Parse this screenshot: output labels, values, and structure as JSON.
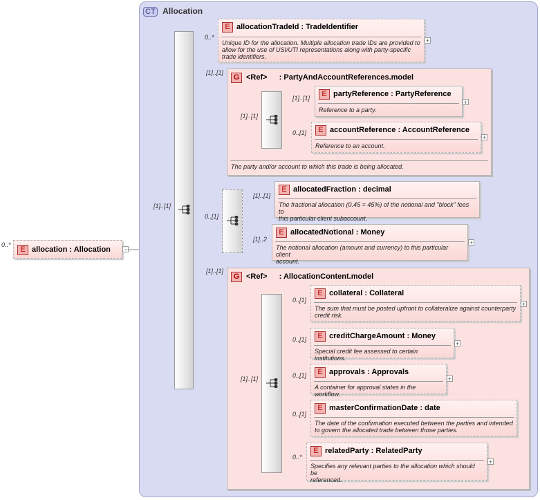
{
  "root": {
    "name": "allocation",
    "type": "Allocation",
    "card": "0..*"
  },
  "complex_type": {
    "badge": "CT",
    "title": "Allocation"
  },
  "outer_sequence": {
    "card": "[1]..[1]"
  },
  "allocationTradeId": {
    "name": "allocationTradeId",
    "type": "TradeIdentifier",
    "card": "0..*",
    "doc": [
      "Unique ID for the allocation. Multiple allocation trade IDs are provided to",
      "allow for the use of USI/UTI representations along with party-specific",
      "trade identifiers."
    ]
  },
  "party_group": {
    "card": "[1]..[1]",
    "badge": "G",
    "ref": "<Ref>",
    "model": "PartyAndAccountReferences.model",
    "seq_card": "[1]..[1]",
    "doc": "The party and/or account to which this trade is being allocated."
  },
  "partyReference": {
    "name": "partyReference",
    "type": "PartyReference",
    "card": "[1]..[1]",
    "doc": "Reference to a party."
  },
  "accountReference": {
    "name": "accountReference",
    "type": "AccountReference",
    "card": "0..[1]",
    "doc": "Reference to an account."
  },
  "choice": {
    "card": "0..[1]"
  },
  "allocatedFraction": {
    "name": "allocatedFraction",
    "type": "decimal",
    "card": "[1]..[1]",
    "doc": [
      "The fractional allocation (0.45 = 45%) of the notional and \"block\" fees to",
      "this particular client subaccount."
    ]
  },
  "allocatedNotional": {
    "name": "allocatedNotional",
    "type": "Money",
    "card": "[1]..2",
    "doc": [
      "The notional allocation (amount and currency) to this particular client",
      "account."
    ]
  },
  "content_group": {
    "card": "[1]..[1]",
    "badge": "G",
    "ref": "<Ref>",
    "model": "AllocationContent.model",
    "seq_card": "[1]..[1]"
  },
  "collateral": {
    "name": "collateral",
    "type": "Collateral",
    "card": "0..[1]",
    "doc": [
      "The sum that must be posted upfront to collateralize against counterparty",
      "credit risk."
    ]
  },
  "creditChargeAmount": {
    "name": "creditChargeAmount",
    "type": "Money",
    "card": "0..[1]",
    "doc": [
      "Special credit fee assessed to certain institutions."
    ]
  },
  "approvals": {
    "name": "approvals",
    "type": "Approvals",
    "card": "0..[1]",
    "doc": [
      "A container for approval states in the workflow."
    ]
  },
  "masterConfirmationDate": {
    "name": "masterConfirmationDate",
    "type": "date",
    "card": "0..[1]",
    "doc": [
      "The date of the confirmation executed between the parties and intended",
      "to govern the allocated trade between those parties."
    ]
  },
  "relatedParty": {
    "name": "relatedParty",
    "type": "RelatedParty",
    "card": "0..*",
    "doc": [
      "Specifies any relevant parties to the allocation which should be",
      "referenced."
    ]
  },
  "symbols": {
    "element_badge": "E",
    "colon": ":",
    "expand": "+",
    "collapse": "−"
  }
}
